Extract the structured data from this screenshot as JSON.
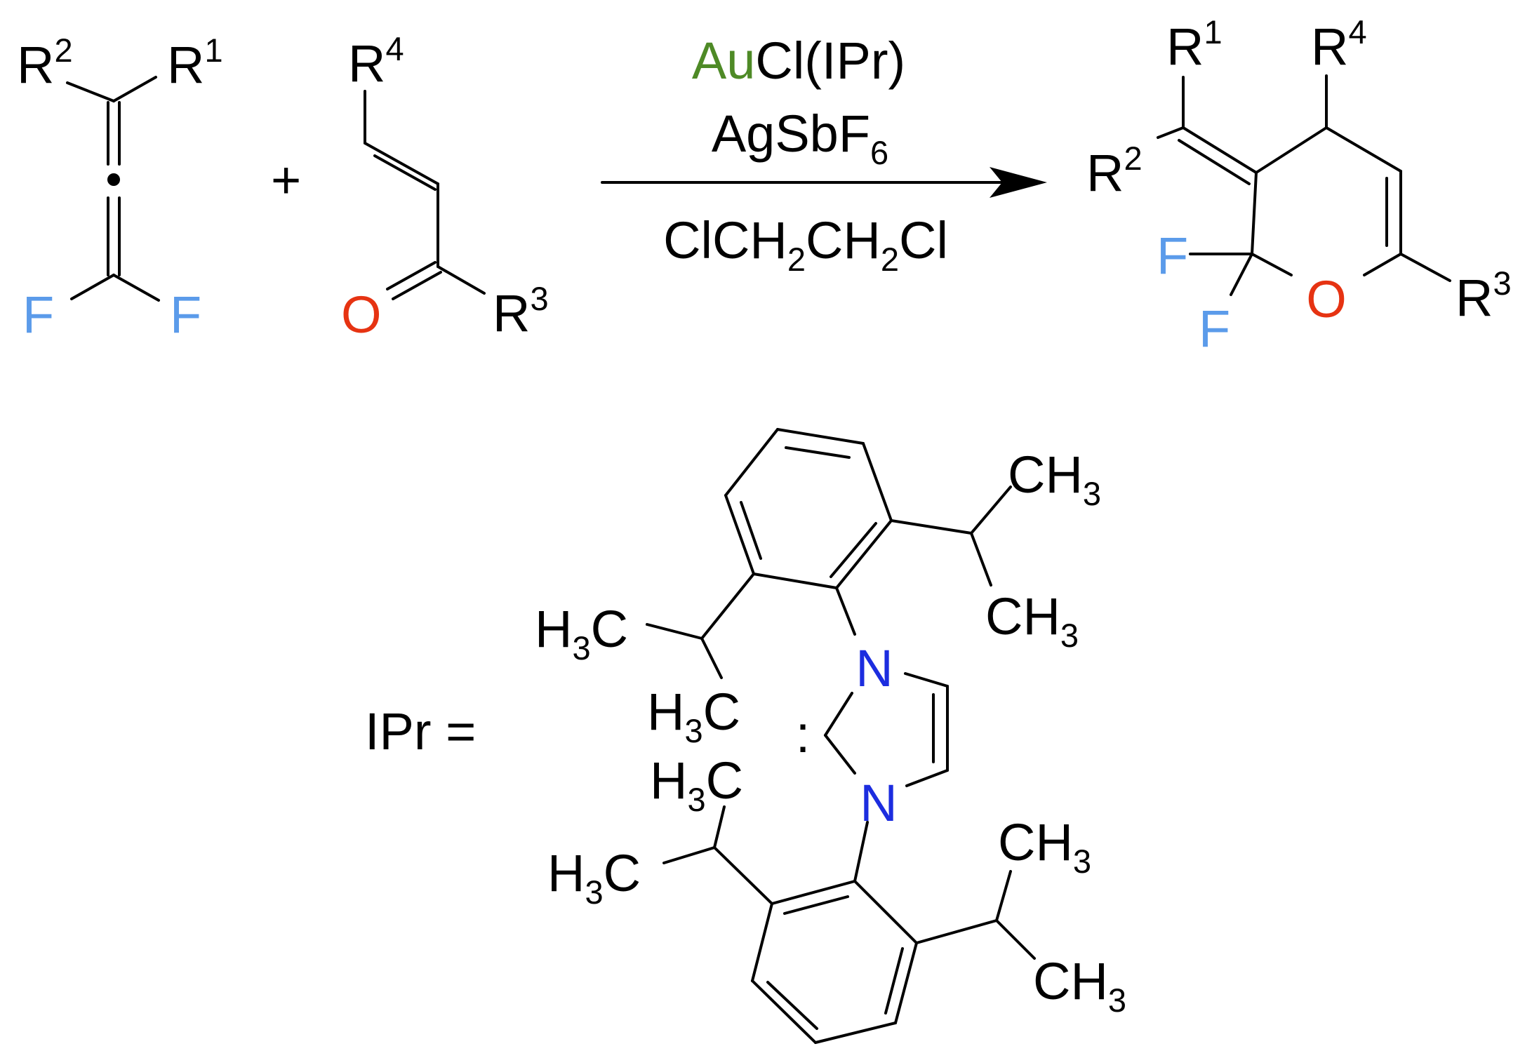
{
  "colors": {
    "fluorine": "#5b9bea",
    "oxygen": "#e63312",
    "nitrogen": "#1c2ddf",
    "gold": "#4e8a26",
    "bond": "#000000"
  },
  "reactant_allene": {
    "r2": "R",
    "r2_sup": "2",
    "r1": "R",
    "r1_sup": "1",
    "f_left": "F",
    "f_right": "F"
  },
  "plus": "+",
  "reactant_enone": {
    "r4": "R",
    "r4_sup": "4",
    "oxygen": "O",
    "r3": "R",
    "r3_sup": "3"
  },
  "conditions": {
    "catalyst_metal": "Au",
    "catalyst_rest": "Cl(IPr)",
    "additive_base": "AgSbF",
    "additive_sub": "6",
    "solvent_parts": [
      "ClCH",
      "2",
      "CH",
      "2",
      "Cl"
    ]
  },
  "product": {
    "r1": "R",
    "r1_sup": "1",
    "r4": "R",
    "r4_sup": "4",
    "r2": "R",
    "r2_sup": "2",
    "f_top": "F",
    "f_bottom": "F",
    "oxygen": "O",
    "r3": "R",
    "r3_sup": "3"
  },
  "ipr_definition": {
    "label": "IPr =",
    "carbene_dot": ":",
    "n_top": "N",
    "n_bottom": "N",
    "methyl_right": "CH",
    "methyl_left": "H",
    "methyl_left_tail": "C",
    "sub3": "3"
  }
}
